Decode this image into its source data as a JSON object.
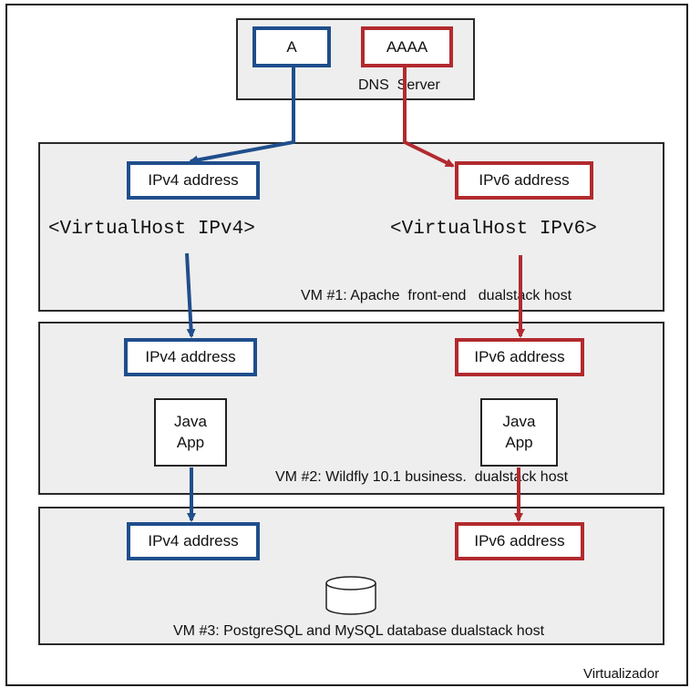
{
  "dns": {
    "record_a": "A",
    "record_aaaa": "AAAA",
    "label": "DNS  Server"
  },
  "vm1": {
    "ipv4": "IPv4 address",
    "ipv6": "IPv6 address",
    "vhost_ipv4": "<VirtualHost IPv4>",
    "vhost_ipv6": "<VirtualHost IPv6>",
    "label": "VM #1: Apache  front-end   dualstack host"
  },
  "vm2": {
    "ipv4": "IPv4 address",
    "ipv6": "IPv6 address",
    "java_left": "Java\nApp",
    "java_right": "Java\nApp",
    "label": "VM #2: Wildfly 10.1 business.  dualstack host"
  },
  "vm3": {
    "ipv4": "IPv4 address",
    "ipv6": "IPv6 address",
    "label": "VM #3: PostgreSQL and MySQL database dualstack host"
  },
  "virtualizer_label": "Virtualizador",
  "colors": {
    "ipv4": "#1f4e8c",
    "ipv6": "#b22a2e",
    "panel": "#eeeeee"
  }
}
